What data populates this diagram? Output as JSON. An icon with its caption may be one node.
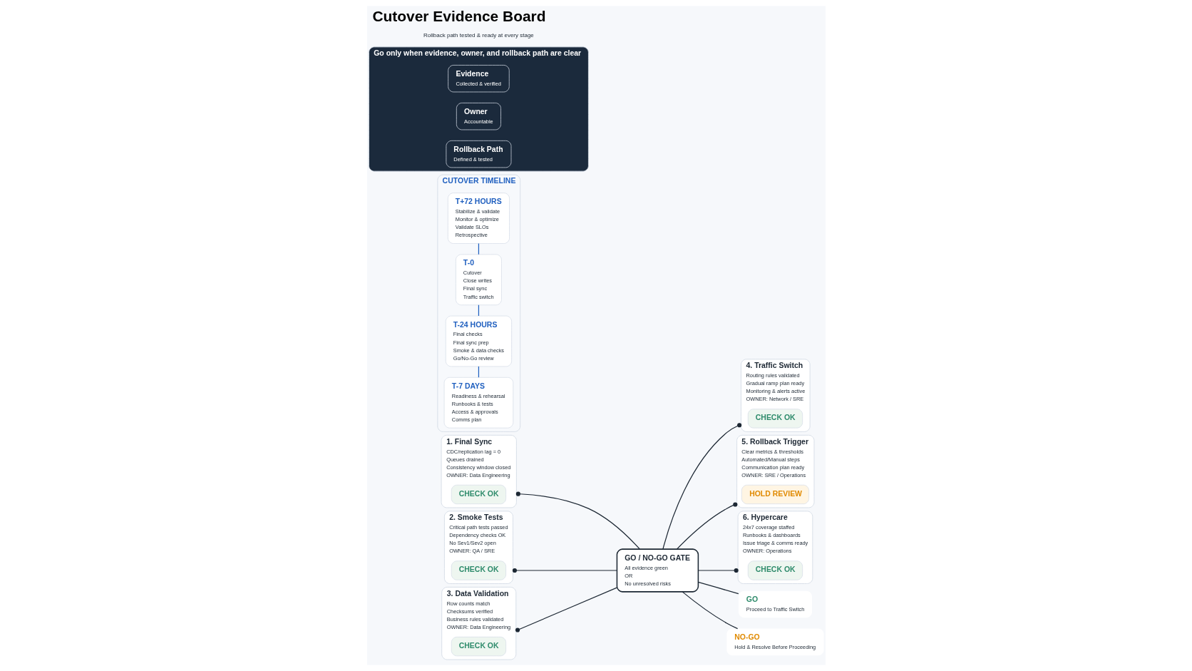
{
  "diagram": {
    "title": "Cutover Evidence Board",
    "nodes": [
      {
        "text": [
          "1. Final Sync",
          "CDC/replication lag = 0",
          "Queues drained",
          "Consistency window closed",
          "OWNER: Data Engineering"
        ]
      },
      {
        "text": [
          "CHECK OK"
        ],
        "in": 0
      },
      {
        "text": [
          "2. Smoke Tests",
          "Critical path tests passed",
          "Dependency checks OK",
          "No Sev1/Sev2 open",
          "OWNER: QA / SRE"
        ]
      },
      {
        "text": [
          "CHECK OK"
        ],
        "in": 2
      },
      {
        "text": [
          "3. Data Validation",
          "Row counts match",
          "Checksums verified",
          "Business rules validated",
          "OWNER: Data Engineering"
        ]
      },
      {
        "text": [
          "CHECK OK"
        ],
        "in": 4
      },
      {
        "text": [
          "GO / NO-GO GATE",
          "All evidence green",
          "OR",
          "No unresolved risks"
        ]
      },
      {
        "text": [
          "4. Traffic Switch",
          "Routing rules validated",
          "Gradual ramp plan ready",
          "Monitoring & alerts active",
          "OWNER: Network / SRE"
        ]
      },
      {
        "text": [
          "CHECK OK"
        ],
        "in": 7
      },
      {
        "text": [
          "5. Rollback Trigger",
          "Clear metrics & thresholds",
          "Automated/Manual steps",
          "Communication plan ready",
          "OWNER: SRE / Operations"
        ]
      },
      {
        "text": [
          "HOLD REVIEW"
        ],
        "in": 9
      },
      {
        "text": [
          "6. Hypercare",
          "24x7 coverage staffed",
          "Runbooks & dashboards",
          "Issue triage & comms ready",
          "OWNER: Operations"
        ]
      },
      {
        "text": [
          "CHECK OK"
        ],
        "in": 11
      },
      {
        "text": [
          "GO",
          "Proceed to Traffic Switch"
        ]
      },
      {
        "text": [
          "NO-GO",
          "Hold & Resolve Before Proceeding"
        ]
      },
      {
        "text": [
          "CUTOVER TIMELINE"
        ]
      },
      {
        "text": [
          "T-7 DAYS",
          "Readiness & rehearsal",
          "Runbooks & tests",
          "Access & approvals",
          "Comms plan"
        ],
        "in": 15
      },
      {
        "text": [
          "T-24 HOURS",
          "Final checks",
          "Final sync prep",
          "Smoke & data checks",
          "Go/No-Go review"
        ],
        "in": 15
      },
      {
        "text": [
          "T-0",
          "Cutover",
          "Close writes",
          "Final sync",
          "Traffic switch"
        ],
        "in": 15
      },
      {
        "text": [
          "T+72 HOURS",
          "Stabilize & validate",
          "Monitor & optimize",
          "Validate SLOs",
          "Retrospective"
        ],
        "in": 15
      },
      {
        "text": [
          "Go only when evidence, owner, and rollback path are clear"
        ]
      },
      {
        "text": [
          "Evidence",
          "Collected & verified"
        ],
        "in": 20
      },
      {
        "text": [
          "Owner",
          "Accountable"
        ],
        "in": 20
      },
      {
        "text": [
          "Rollback Path",
          "Defined & tested"
        ],
        "in": 20
      }
    ],
    "edges": [
      {
        "from": 0,
        "to": 6,
        "arrow": "other"
      },
      {
        "from": 2,
        "to": 6,
        "arrow": "other"
      },
      {
        "from": 4,
        "to": 6,
        "arrow": "other"
      },
      {
        "from": 6,
        "to": 7,
        "arrow": "other"
      },
      {
        "from": 6,
        "to": 9,
        "arrow": "other"
      },
      {
        "from": 6,
        "to": 11,
        "arrow": "other"
      },
      {
        "from": 6,
        "to": 13,
        "arrow": "none"
      },
      {
        "from": 6,
        "to": 14,
        "arrow": "none"
      },
      {
        "from": 16,
        "to": 17,
        "arrow": "none",
        "color": "#1f5fbf"
      },
      {
        "from": 17,
        "to": 18,
        "arrow": "none",
        "color": "#1f5fbf"
      },
      {
        "from": 18,
        "to": 19,
        "arrow": "none",
        "color": "#1f5fbf"
      }
    ],
    "labels": [
      "Rollback path tested & ready at every stage"
    ]
  }
}
